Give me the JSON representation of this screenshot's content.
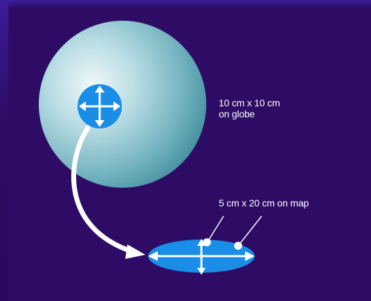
{
  "globe_label": {
    "line1": "10 cm x 10 cm",
    "line2": "on globe"
  },
  "map_label": "5 cm x  20 cm on map",
  "colors": {
    "background": "#2e0c66",
    "globe_light": "#e6f4f7",
    "globe_dark": "#3f8b9a",
    "patch_blue": "#1a8ee6",
    "arrow_white": "#ffffff"
  }
}
